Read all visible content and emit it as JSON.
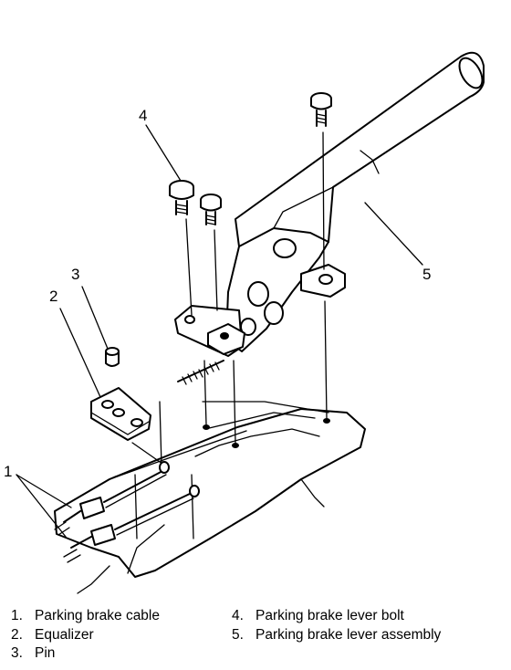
{
  "callouts": {
    "c1": "1",
    "c2": "2",
    "c3": "3",
    "c4": "4",
    "c5": "5"
  },
  "legend": {
    "left": [
      {
        "num": "1.",
        "text": "Parking brake cable"
      },
      {
        "num": "2.",
        "text": "Equalizer"
      },
      {
        "num": "3.",
        "text": "Pin"
      }
    ],
    "right": [
      {
        "num": "4.",
        "text": "Parking brake lever bolt"
      },
      {
        "num": "5.",
        "text": "Parking brake lever assembly"
      }
    ]
  }
}
